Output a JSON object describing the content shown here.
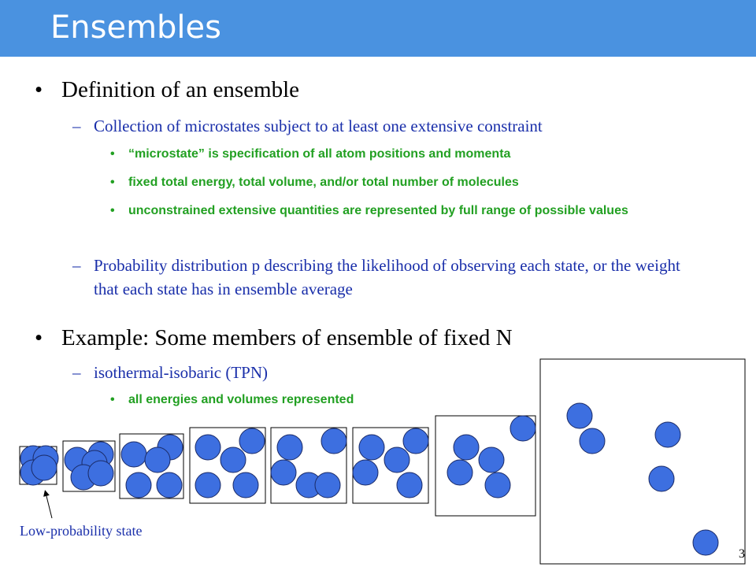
{
  "slide": {
    "title": "Ensembles",
    "bullet1": "Definition of an ensemble",
    "sub1": "Collection of microstates subject to at least one extensive constraint",
    "sub1_items": [
      "“microstate” is specification of all atom positions and momenta",
      "fixed total energy, total volume, and/or total number of molecules",
      "unconstrained extensive quantities are represented by full range of possible values"
    ],
    "sub2": "Probability distribution p describing the likelihood of observing each state, or the weight that each state has in ensemble average",
    "bullet2": "Example:  Some members of ensemble of fixed N",
    "sub3": "isothermal-isobaric (TPN)",
    "sub3_items": [
      "all energies and volumes represented"
    ],
    "caption": "Low-probability state",
    "slide_number": "3",
    "bullet_glyph": "•",
    "dash_glyph": "–"
  },
  "colors": {
    "title_bar": "#4a92e0",
    "blue_text": "#1a2faa",
    "green_text": "#22a022",
    "atom_fill": "#3d6fe0"
  }
}
